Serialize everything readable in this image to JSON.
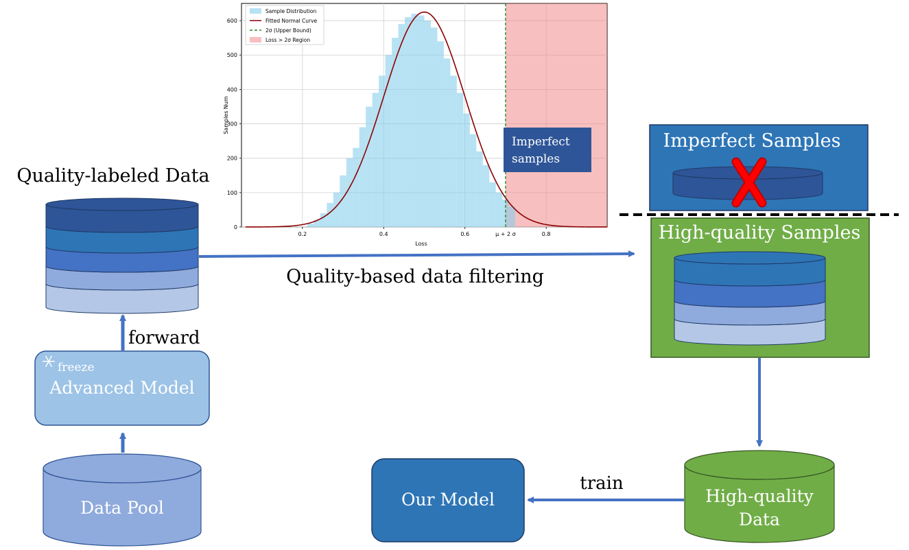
{
  "labels": {
    "quality_labeled_data": "Quality-labeled Data",
    "forward": "forward",
    "freeze": "freeze",
    "advanced_model": "Advanced Model",
    "data_pool": "Data Pool",
    "quality_filtering": "Quality-based data filtering",
    "imperfect_samples_title": "Imperfect Samples",
    "high_quality_samples_title": "High-quality Samples",
    "high_quality_data_line1": "High-quality",
    "high_quality_data_line2": "Data",
    "train": "train",
    "our_model": "Our Model",
    "chart_annotation_line1": "Imperfect",
    "chart_annotation_line2": "samples"
  },
  "icons": [
    "snowflake-icon",
    "red-x-icon"
  ],
  "colors": {
    "dark_blue": "#2e5597",
    "mid_blue": "#2e75b6",
    "royal_blue": "#4472c4",
    "light_blue": "#8faadc",
    "pale_blue": "#b4c7e7",
    "model_box": "#9dc3e6",
    "pool": "#8faadc",
    "green": "#70ad47",
    "arrow": "#4472c4",
    "red_x": "#ff0000"
  },
  "chart_data": {
    "type": "bar",
    "xlabel": "Loss",
    "ylabel": "Samples Num",
    "xlim": [
      0.05,
      0.95
    ],
    "ylim": [
      0,
      650
    ],
    "xticks": [
      "0.2",
      "0.4",
      "0.6",
      "0.8"
    ],
    "xtick_values": [
      0.2,
      0.4,
      0.6,
      0.8
    ],
    "yticks": [
      "0",
      "100",
      "200",
      "300",
      "400",
      "500",
      "600"
    ],
    "ytick_values": [
      0,
      100,
      200,
      300,
      400,
      500,
      600
    ],
    "sigma_tick_label": "μ + 2 σ",
    "grid": true,
    "legend_position": "top-left",
    "legend": [
      "Sample Distribution",
      "Fitted Normal Curve",
      "2σ (Upper Bound)",
      "Loss > 2σ Region"
    ],
    "bin_width": 0.016,
    "bins_x": [
      0.22,
      0.236,
      0.252,
      0.268,
      0.284,
      0.3,
      0.316,
      0.332,
      0.348,
      0.364,
      0.38,
      0.396,
      0.412,
      0.428,
      0.444,
      0.46,
      0.476,
      0.492,
      0.508,
      0.524,
      0.54,
      0.556,
      0.572,
      0.588,
      0.604,
      0.62,
      0.636,
      0.652,
      0.668,
      0.684,
      0.7,
      0.716
    ],
    "bins_y": [
      10,
      20,
      40,
      70,
      100,
      150,
      200,
      230,
      290,
      350,
      390,
      440,
      500,
      550,
      590,
      610,
      620,
      615,
      600,
      580,
      540,
      490,
      440,
      390,
      330,
      270,
      220,
      180,
      130,
      100,
      80,
      60
    ],
    "curve_mu": 0.5,
    "curve_sigma": 0.1,
    "curve_peak": 625,
    "sigma_bound": 0.7,
    "region_end": 0.95
  }
}
